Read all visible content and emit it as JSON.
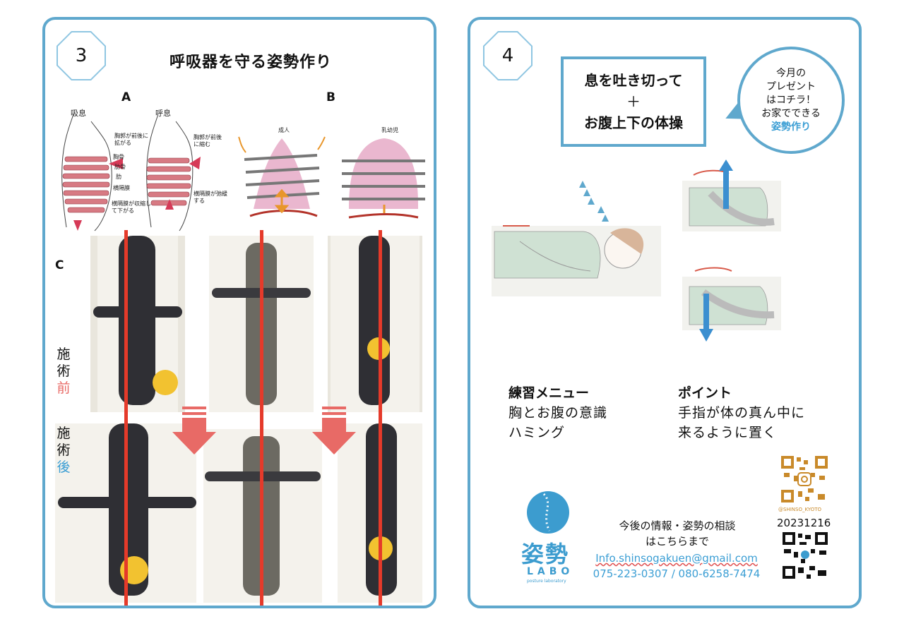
{
  "panel3": {
    "number": "3",
    "title": "呼吸器を守る姿勢作り",
    "label_a": "A",
    "label_b": "B",
    "label_c": "C",
    "diagram_a": {
      "inhale": "吸息",
      "exhale": "呼息",
      "note_chest_expand": "胸郭が前後に拡がる",
      "note_sternum": "胸骨",
      "note_cartilage": "肋骨",
      "note_rib": "肋",
      "note_diaphragm": "横隔膜",
      "note_diaphragm_down": "横隔膜が収縮して下がる",
      "note_chest_shrink": "胸郭が前後に縮む",
      "note_diaphragm_relax": "横隔膜が弛緩する"
    },
    "diagram_b": {
      "adult": "成人",
      "infant": "乳幼児"
    },
    "before_label": [
      "施",
      "術",
      "前"
    ],
    "after_label": [
      "施",
      "術",
      "後"
    ]
  },
  "panel4": {
    "number": "4",
    "box_line1": "息を吐き切って",
    "box_plus": "＋",
    "box_line2": "お腹上下の体操",
    "bubble": [
      "今月の",
      "プレゼント",
      "はコチラ！",
      "お家でできる"
    ],
    "bubble_highlight": "姿勢作り",
    "menu_title": "練習メニュー",
    "menu_items": [
      "胸とお腹の意識",
      "ハミング"
    ],
    "point_title": "ポイント",
    "point_items": [
      "手指が体の真ん中に",
      "来るように置く"
    ],
    "logo_text": "姿勢",
    "logo_sub": "LABO",
    "logo_tag": "posture laboratory",
    "contact_line1": "今後の情報・姿勢の相談",
    "contact_line2": "はこちらまで",
    "email": "Info.shinsogakuen@gmail.com",
    "phones": "075-223-0307 / 080-6258-7474",
    "instagram": "@SHINSO_KYOTO",
    "date_code": "20231216"
  }
}
